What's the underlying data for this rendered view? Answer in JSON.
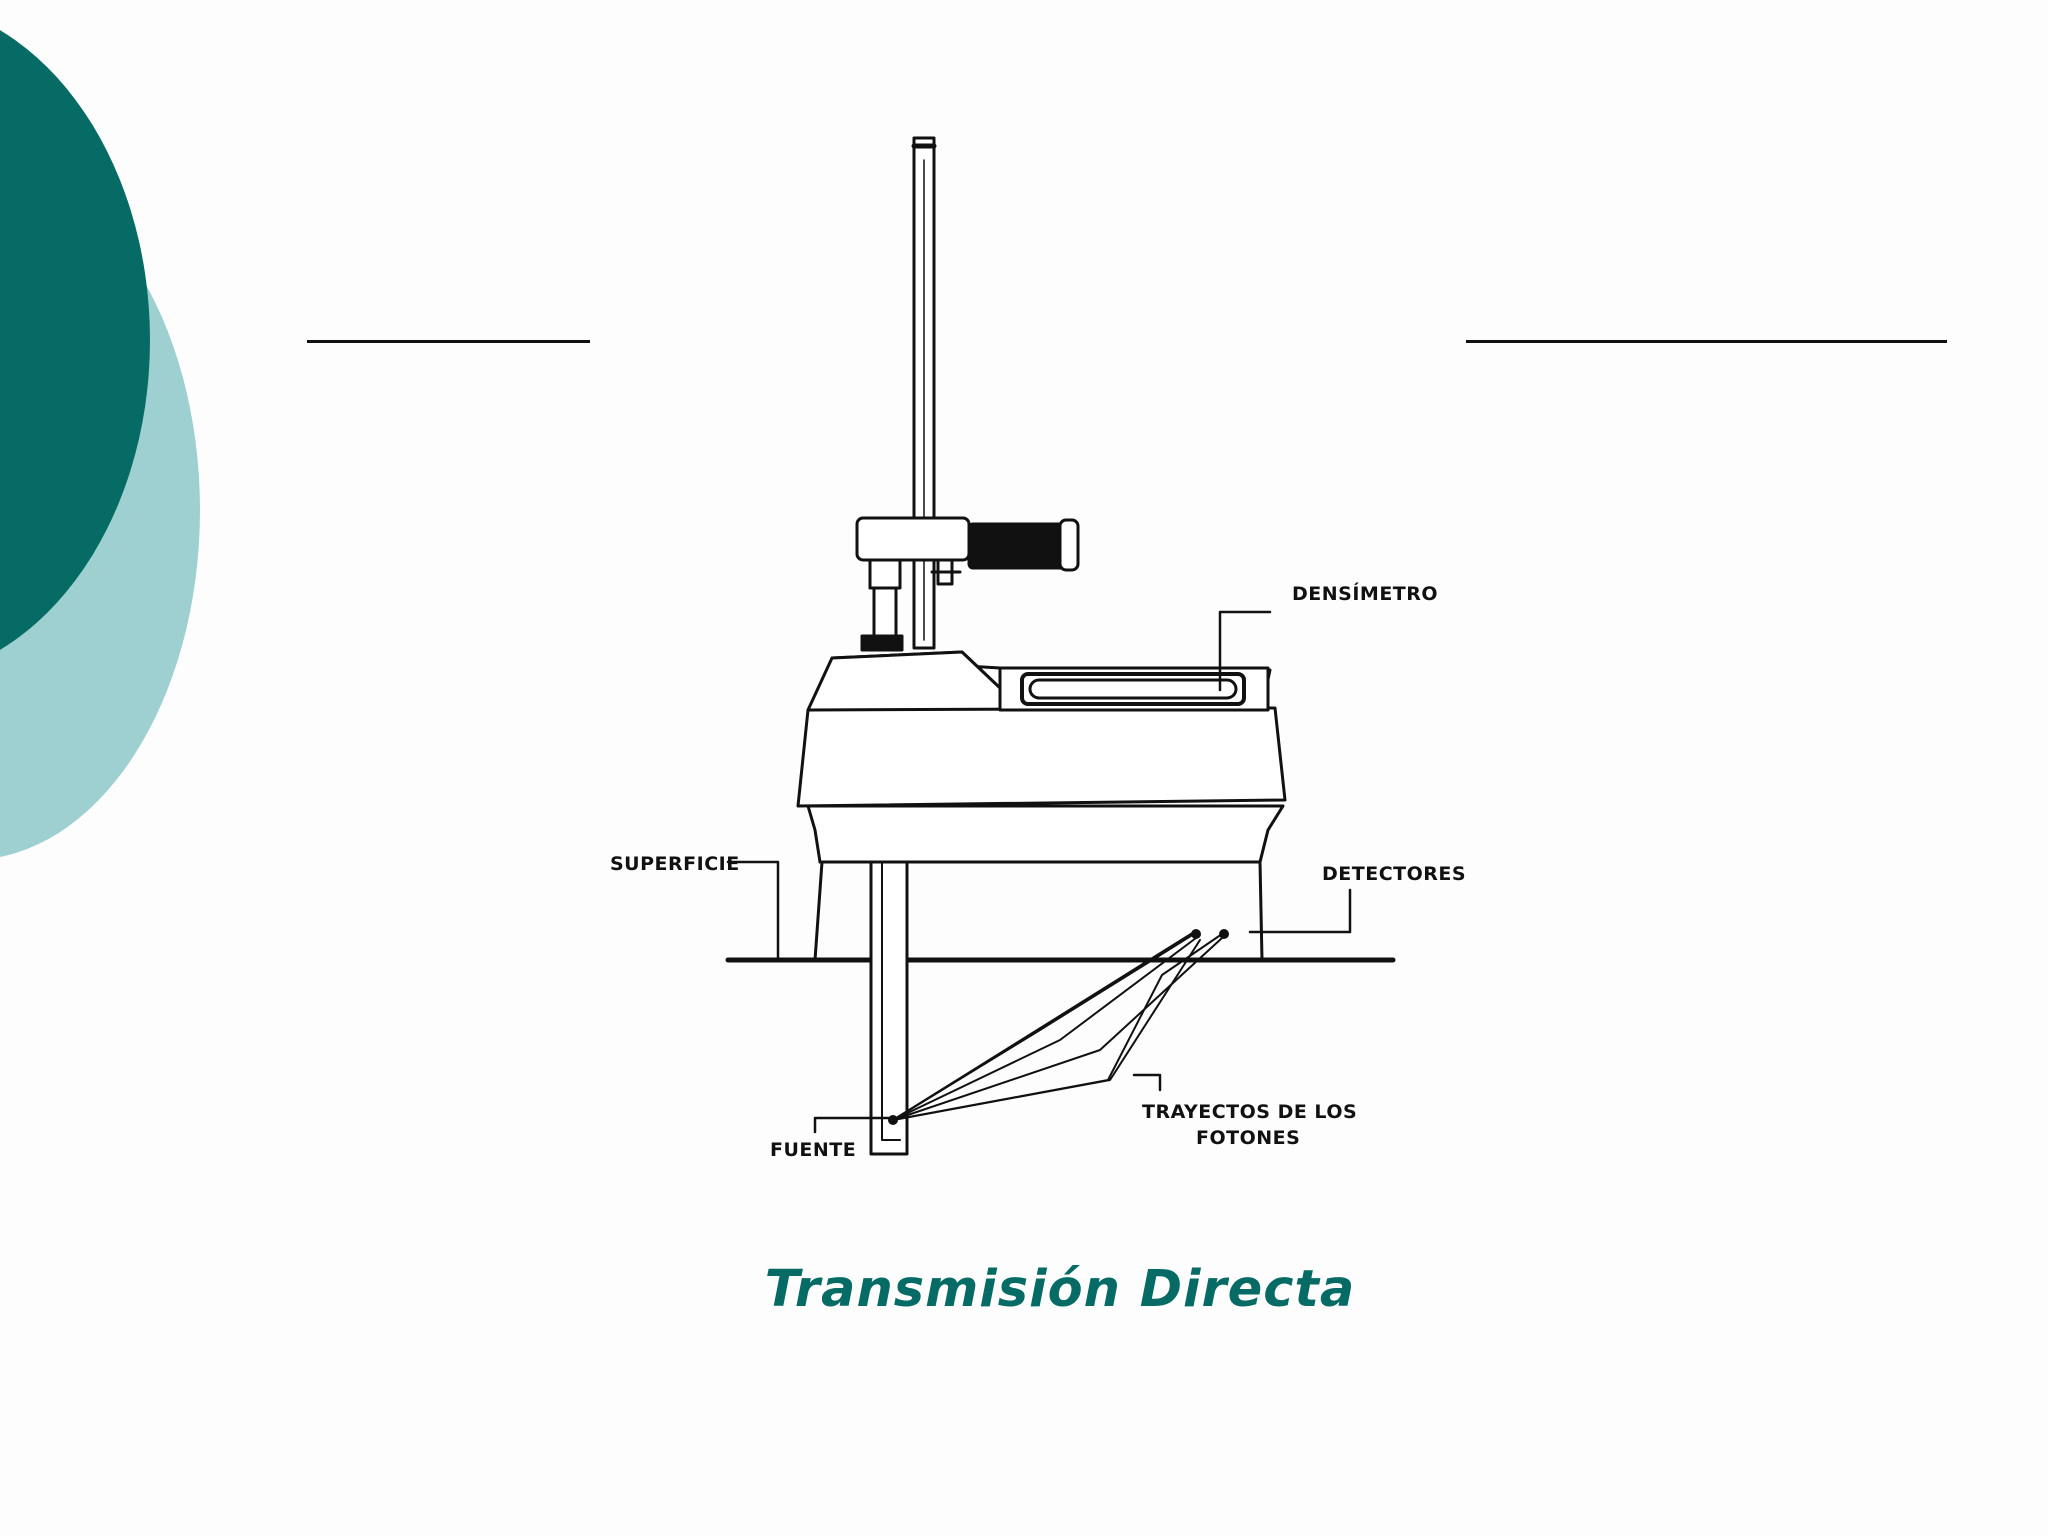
{
  "theme": {
    "accent_dark": "#056b64",
    "accent_light": "#9ecfd1",
    "background": "#fdfdfd",
    "line": "#111111"
  },
  "diagram": {
    "labels": {
      "densimetro": "DENSÍMETRO",
      "superficie": "SUPERFICIE",
      "detectores": "DETECTORES",
      "trayectos_line1": "TRAYECTOS DE LOS",
      "trayectos_line2": "FOTONES",
      "fuente": "FUENTE"
    }
  },
  "caption": {
    "text": "Transmisión Directa"
  }
}
